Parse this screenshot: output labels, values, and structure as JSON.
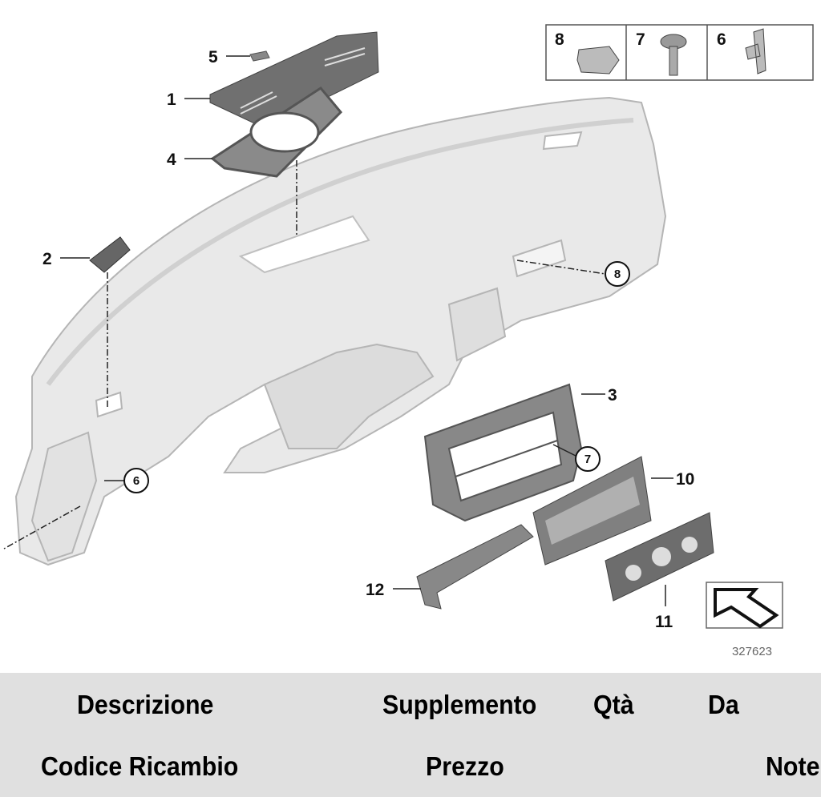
{
  "diagram": {
    "reference_number": "327623",
    "callouts": {
      "c1": "1",
      "c2": "2",
      "c3": "3",
      "c4": "4",
      "c5": "5",
      "c6": "6",
      "c7": "7",
      "c8": "8",
      "c10": "10",
      "c11": "11",
      "c12": "12"
    },
    "inset": {
      "a": "8",
      "b": "7",
      "c": "6"
    }
  },
  "table_header": {
    "row1": [
      "Descrizione",
      "Supplemento",
      "Qtà",
      "Da"
    ],
    "row2": [
      "Codice Ricambio",
      "Prezzo",
      "Note"
    ]
  }
}
